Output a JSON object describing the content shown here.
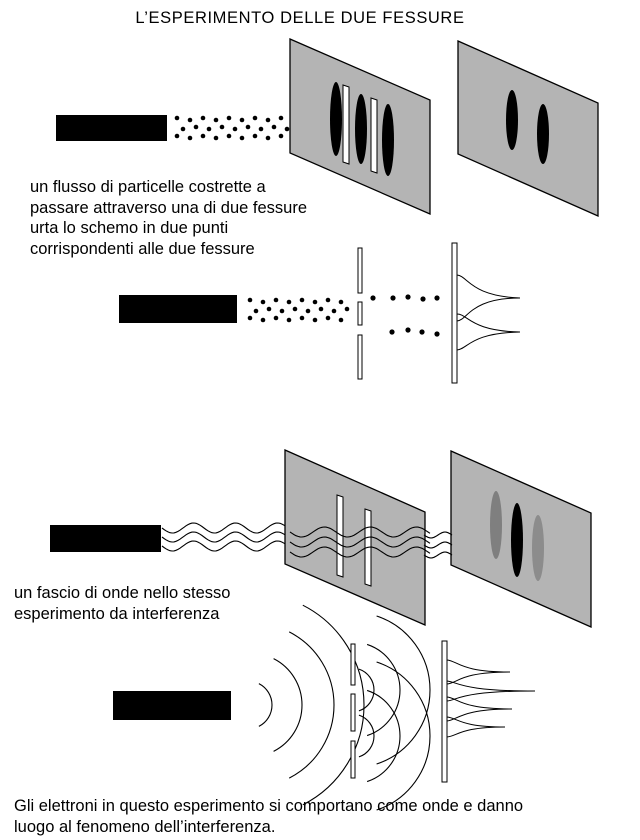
{
  "title": "L’ESPERIMENTO  DELLE  DUE  FESSURE",
  "captions": {
    "particles": [
      "un flusso di particelle costrette a",
      "passare attraverso una di due fessure",
      "urta lo schemo in due punti",
      "corrispondenti alle due fessure"
    ],
    "waves": [
      "un fascio di onde nello stesso",
      "esperimento da interferenza"
    ]
  },
  "conclusion": [
    "Gli elettroni in questo esperimento si comportano come onde e danno",
    "luogo al fenomeno dell’interferenza."
  ],
  "colors": {
    "panel": "#b4b4b4",
    "ink": "#000000",
    "faint_band": "#8c8c8c"
  }
}
